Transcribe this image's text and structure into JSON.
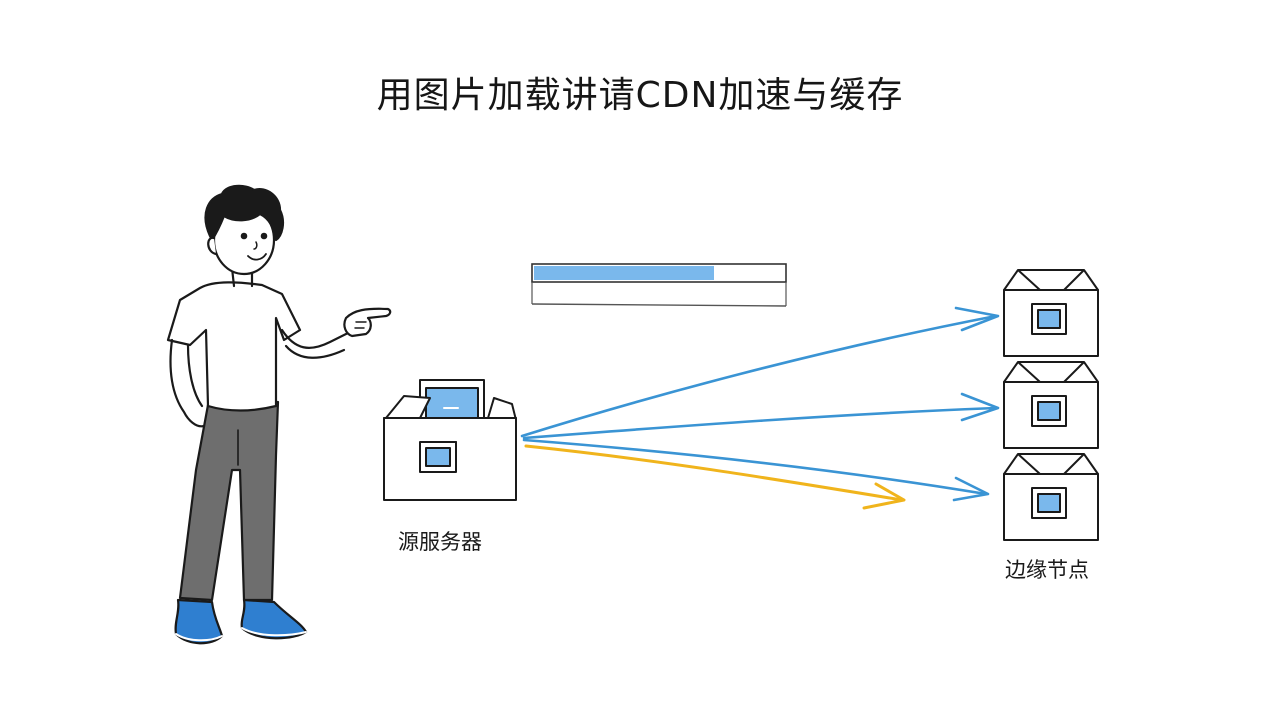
{
  "title": "用图片加载讲请CDN加速与缓存",
  "origin": {
    "label": "源服务器"
  },
  "edge": {
    "label": "边缘节点",
    "node_count": 3
  },
  "progress": {
    "fraction": 0.72
  },
  "colors": {
    "ink": "#1a1a1a",
    "accent_blue": "#3a94d4",
    "image_blue": "#7ab8ec",
    "cache_yellow": "#f0b41c",
    "pants_gray": "#6e6e6e",
    "shoe_blue": "#2f7fd0"
  },
  "icons": {
    "figure": "person-pointing-icon",
    "origin": "server-box-icon",
    "edge": "edge-house-icon",
    "image": "image-icon"
  }
}
